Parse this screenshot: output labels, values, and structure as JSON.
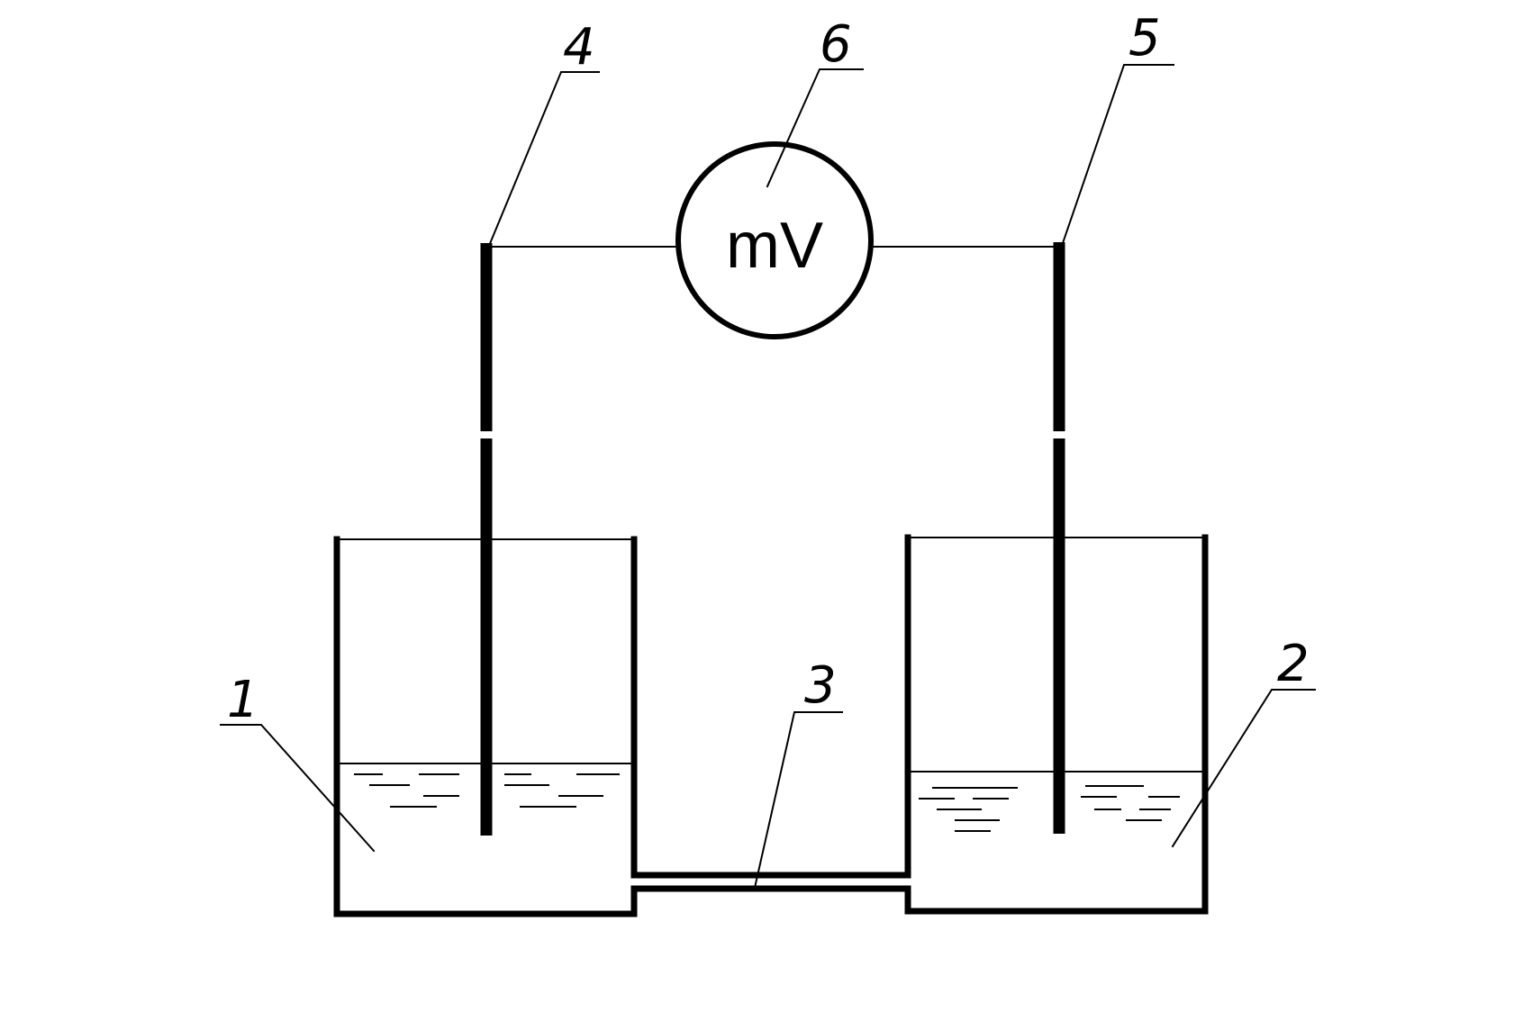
{
  "labels": {
    "vessel_1": "1",
    "vessel_2": "2",
    "salt_bridge": "3",
    "electrode_4": "4",
    "electrode_5": "5",
    "voltmeter": "6"
  },
  "voltmeter_unit": "mV"
}
